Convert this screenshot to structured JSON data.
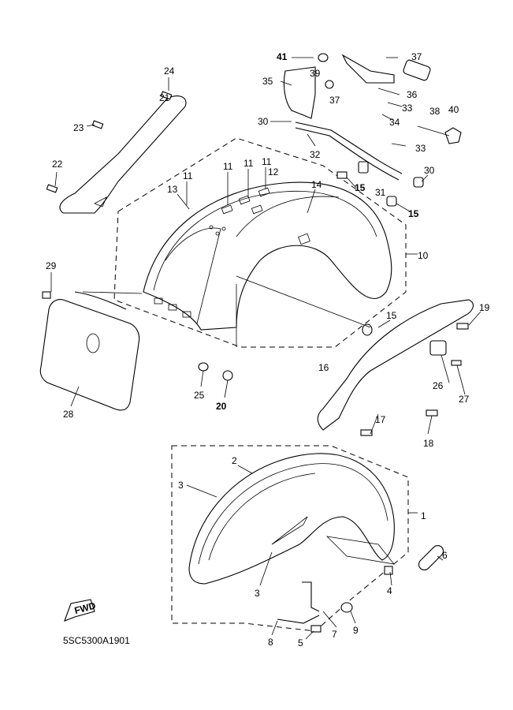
{
  "diagram": {
    "callouts": [
      "41",
      "37",
      "35",
      "39",
      "36",
      "38",
      "37",
      "33",
      "40",
      "30",
      "34",
      "33",
      "32",
      "24",
      "21",
      "23",
      "22",
      "11",
      "11",
      "11",
      "11",
      "12",
      "13",
      "14",
      "15",
      "31",
      "30",
      "15",
      "10",
      "29",
      "15",
      "19",
      "16",
      "26",
      "27",
      "25",
      "20",
      "28",
      "17",
      "18",
      "2",
      "3",
      "1",
      "6",
      "3",
      "4",
      "9",
      "7",
      "8",
      "5"
    ],
    "fwd_label": "FWD",
    "drawing_code": "5SC5300A1901"
  }
}
